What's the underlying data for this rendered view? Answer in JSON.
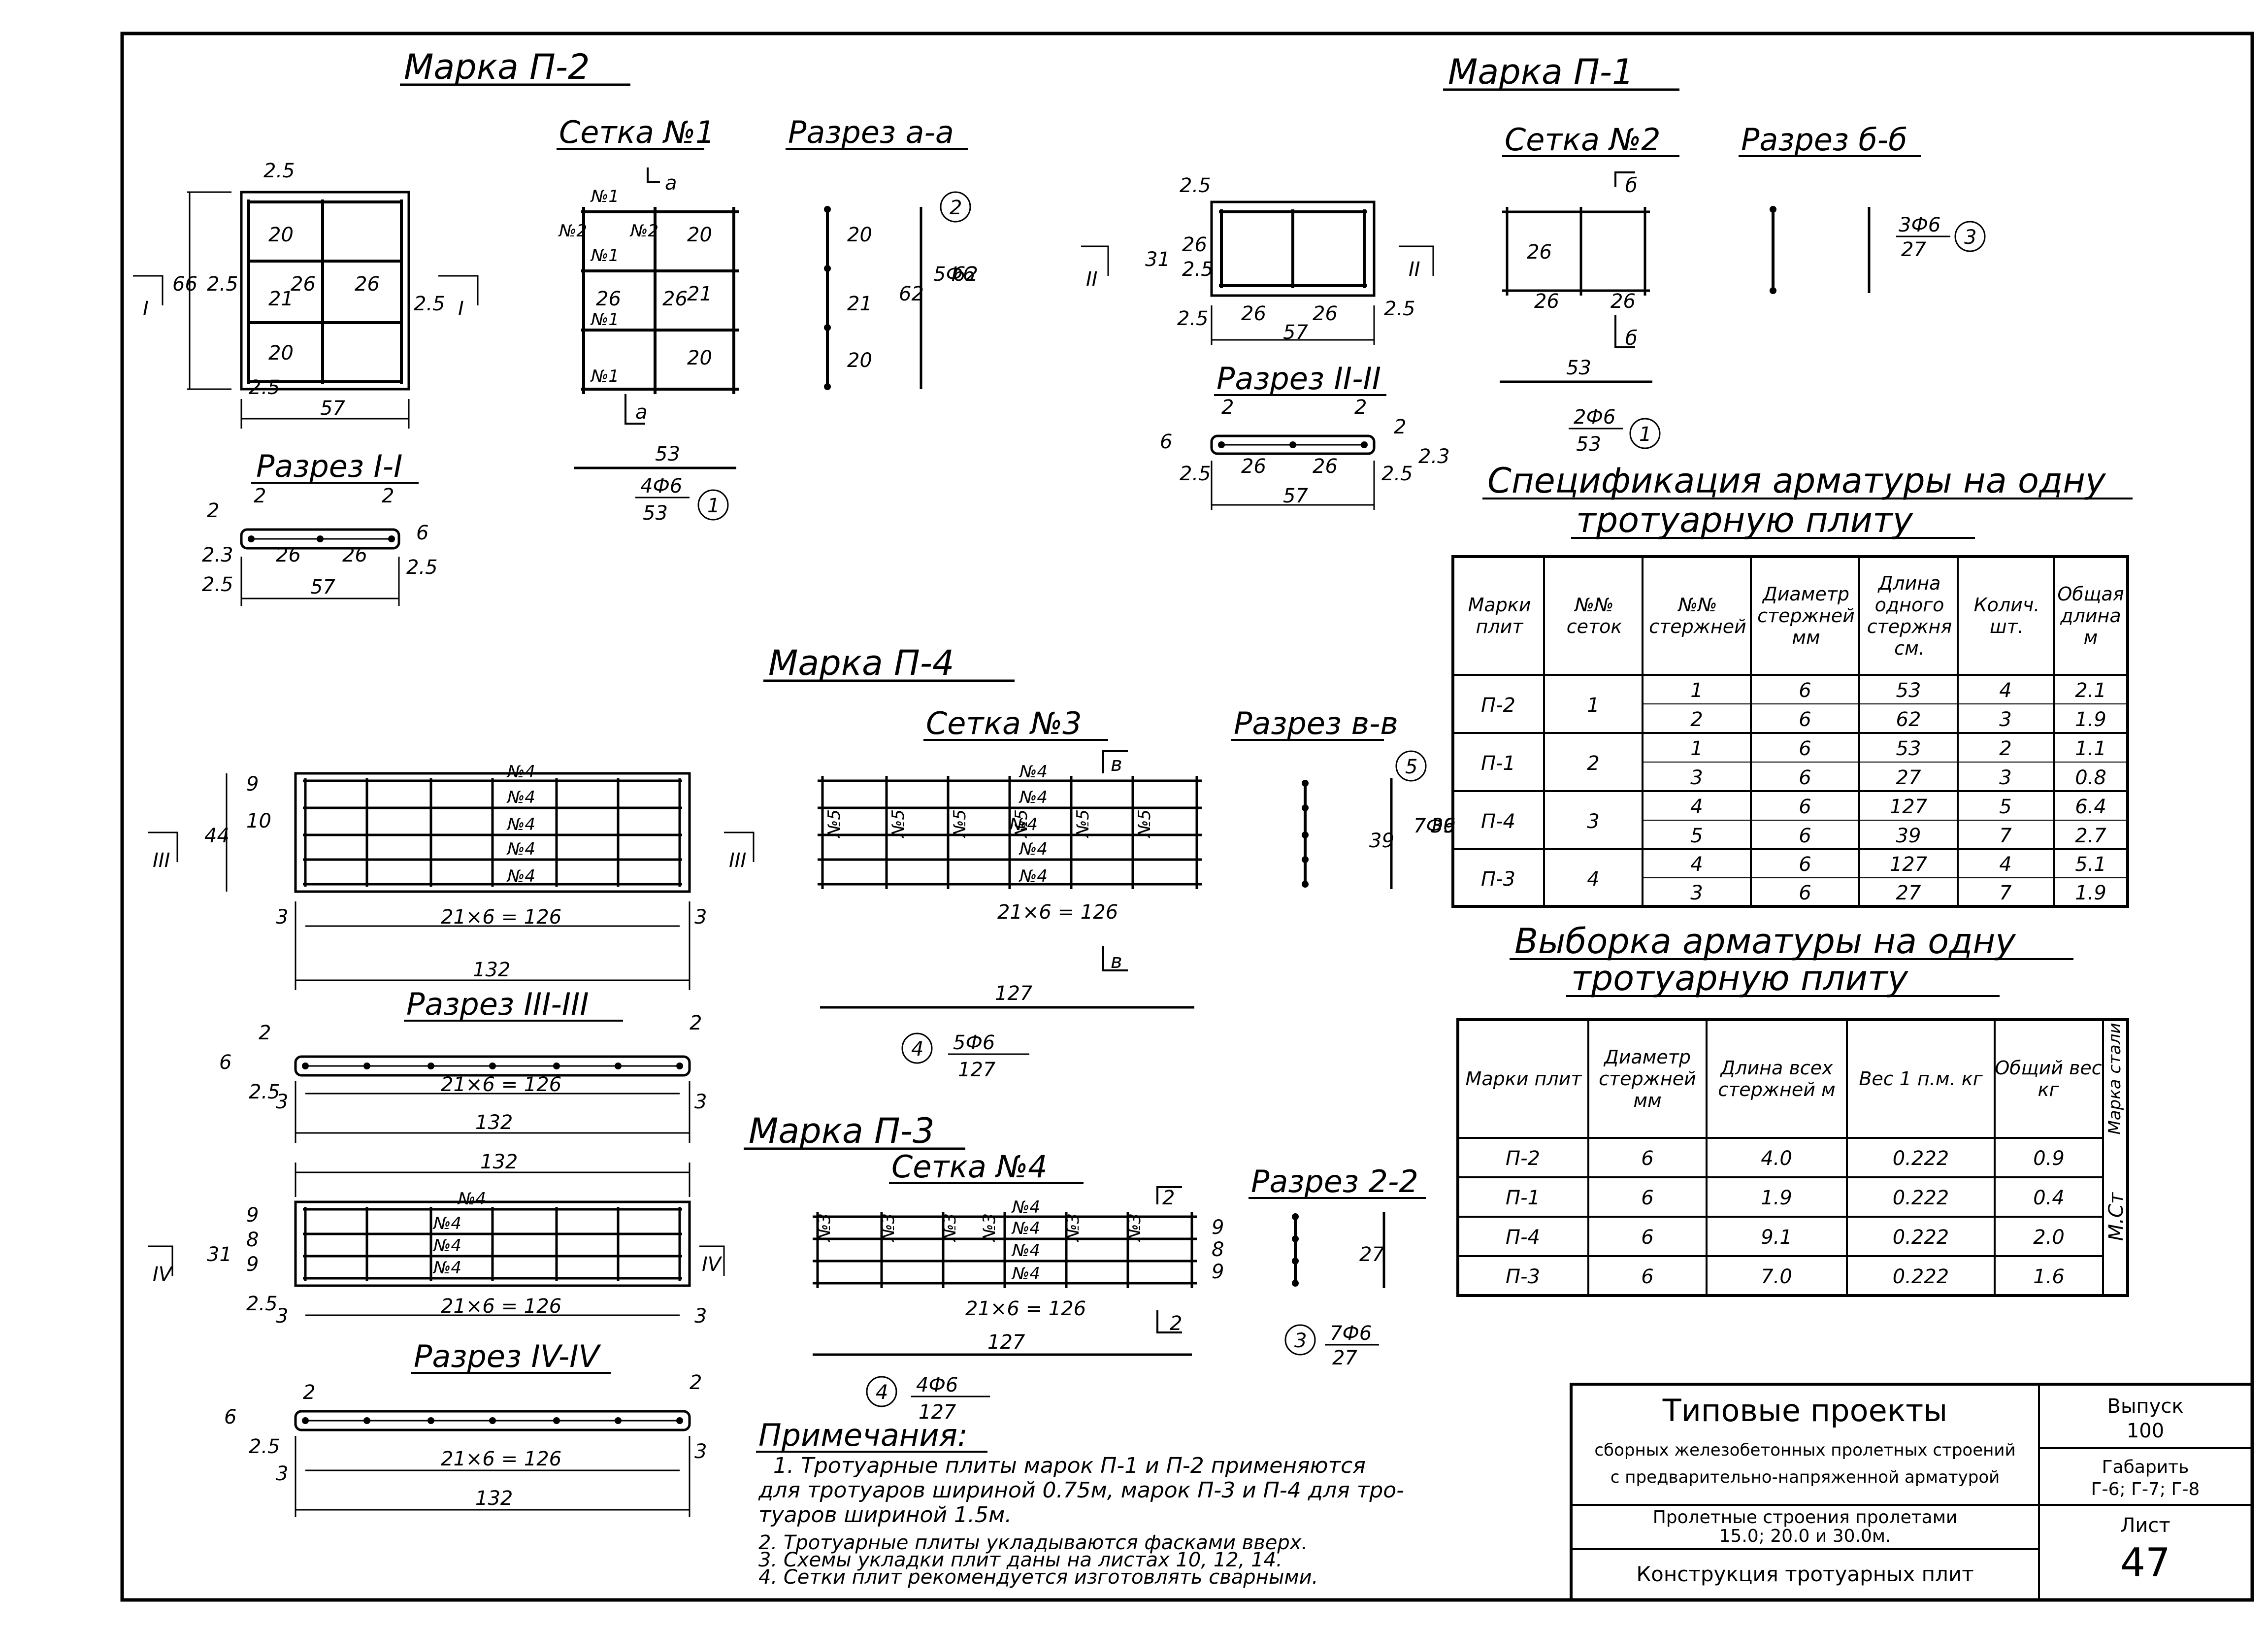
{
  "marks": {
    "p2": {
      "title": "Марка П-2",
      "setka": "Сетка №1",
      "razrez_aa": "Разрез а-а",
      "razrez_i": "Разрез I-I",
      "dims": {
        "w57": "57",
        "h66": "66",
        "d25": "2.5",
        "d26": "26",
        "d20": "20",
        "d21": "21",
        "d2": "2",
        "d6": "6",
        "d23": "2.3",
        "sec": "I"
      },
      "setka_dims": {
        "n1": "№1",
        "n2": "№2",
        "a": "а",
        "d20": "20",
        "d21": "21",
        "d26": "26",
        "len53": "53",
        "bar": "4Ф6",
        "bar_len": "53",
        "callout": "1",
        "bar2": "5Ф6",
        "bar2_len": "62",
        "len62": "62",
        "callout2": "2"
      }
    },
    "p1": {
      "title": "Марка П-1",
      "setka": "Сетка №2",
      "razrez_bb": "Разрез б-б",
      "razrez_ii": "Разрез II-II",
      "dims": {
        "w57": "57",
        "d25": "2.5",
        "d26": "26",
        "d31": "31",
        "d2": "2",
        "d6": "6",
        "d23": "2.3",
        "sec": "II"
      },
      "setka_dims": {
        "b": "б",
        "d26": "26",
        "len53": "53",
        "bar": "2Ф6",
        "bar_len": "53",
        "callout": "1",
        "bar2": "3Ф6",
        "bar2_len": "27",
        "callout2": "3"
      }
    },
    "p4": {
      "title": "Марка П-4",
      "setka": "Сетка №3",
      "razrez_vv": "Разрез в-в",
      "razrez_iii": "Разрез III-III",
      "dims": {
        "w132": "132",
        "w126": "21×6 = 126",
        "d3": "3",
        "d44": "44",
        "d9": "9",
        "d10": "10",
        "d2": "2",
        "d6": "6",
        "d25": "2.5",
        "sec": "III"
      },
      "setka_dims": {
        "n4": "№4",
        "n5": "№5",
        "v": "в",
        "len127": "127",
        "bar": "5Ф6",
        "bar_len": "127",
        "callout": "4",
        "bar2": "7Ф6",
        "bar2_len": "39",
        "len39": "39",
        "callout2": "5"
      }
    },
    "p3": {
      "title": "Марка П-3",
      "setka": "Сетка №4",
      "razrez_22": "Разрез 2-2",
      "razrez_iv": "Разрез IV-IV",
      "dims": {
        "w132": "132",
        "w126": "21×6 = 126",
        "d3": "3",
        "d31": "31",
        "d25": "2.5",
        "d9": "9",
        "d8": "8",
        "d2": "2",
        "d6": "6",
        "sec": "IV"
      },
      "setka_dims": {
        "n4": "№4",
        "n3": "№3",
        "g": "2",
        "len127": "127",
        "bar": "4Ф6",
        "bar_len": "127",
        "callout": "4",
        "bar2": "7Ф6",
        "bar2_len": "27",
        "len27": "27",
        "callout2": "3"
      }
    }
  },
  "spec_table": {
    "title_line1": "Спецификация арматуры на одну",
    "title_line2": "тротуарную плиту",
    "headers": [
      "Марки плит",
      "№№ сеток",
      "№№ стержней",
      "Диаметр стержней мм",
      "Длина одного стержня см.",
      "Колич. шт.",
      "Общая длина м"
    ],
    "groups": [
      {
        "mark": "П-2",
        "setka": "1",
        "rows": [
          [
            "1",
            "6",
            "53",
            "4",
            "2.1"
          ],
          [
            "2",
            "6",
            "62",
            "3",
            "1.9"
          ]
        ]
      },
      {
        "mark": "П-1",
        "setka": "2",
        "rows": [
          [
            "1",
            "6",
            "53",
            "2",
            "1.1"
          ],
          [
            "3",
            "6",
            "27",
            "3",
            "0.8"
          ]
        ]
      },
      {
        "mark": "П-4",
        "setka": "3",
        "rows": [
          [
            "4",
            "6",
            "127",
            "5",
            "6.4"
          ],
          [
            "5",
            "6",
            "39",
            "7",
            "2.7"
          ]
        ]
      },
      {
        "mark": "П-3",
        "setka": "4",
        "rows": [
          [
            "4",
            "6",
            "127",
            "4",
            "5.1"
          ],
          [
            "3",
            "6",
            "27",
            "7",
            "1.9"
          ]
        ]
      }
    ]
  },
  "selection_table": {
    "title_line1": "Выборка арматуры на одну",
    "title_line2": "тротуарную плиту",
    "headers": [
      "Марки плит",
      "Диаметр стержней мм",
      "Длина всех стержней м",
      "Вес 1 п.м. кг",
      "Общий вес кг",
      "Марка стали"
    ],
    "rows": [
      [
        "П-2",
        "6",
        "4.0",
        "0.222",
        "0.9"
      ],
      [
        "П-1",
        "6",
        "1.9",
        "0.222",
        "0.4"
      ],
      [
        "П-4",
        "6",
        "9.1",
        "0.222",
        "2.0"
      ],
      [
        "П-3",
        "6",
        "7.0",
        "0.222",
        "1.6"
      ]
    ],
    "steel": "М.Ст"
  },
  "notes": {
    "title": "Примечания:",
    "lines": [
      "1. Тротуарные плиты марок П-1 и П-2 применяются",
      "для тротуаров шириной 0.75м, марок П-3 и П-4 для тро-",
      "туаров шириной 1.5м.",
      "2. Тротуарные плиты укладываются фасками вверх.",
      "3. Схемы укладки плит даны на листах 10, 12, 14.",
      "4. Сетки плит рекомендуется изготовлять сварными."
    ]
  },
  "title_block": {
    "main": "Типовые проекты",
    "sub1": "сборных железобетонных пролетных строений",
    "sub2": "с предварительно-напряженной арматурой",
    "span1": "Пролетные строения пролетами",
    "span2": "15.0; 20.0 и 30.0м.",
    "subject": "Конструкция тротуарных плит",
    "vypusk_label": "Выпуск",
    "vypusk": "100",
    "gabarit_label": "Габарить",
    "gabarit": "Г-6; Г-7; Г-8",
    "list_label": "Лист",
    "list": "47"
  }
}
